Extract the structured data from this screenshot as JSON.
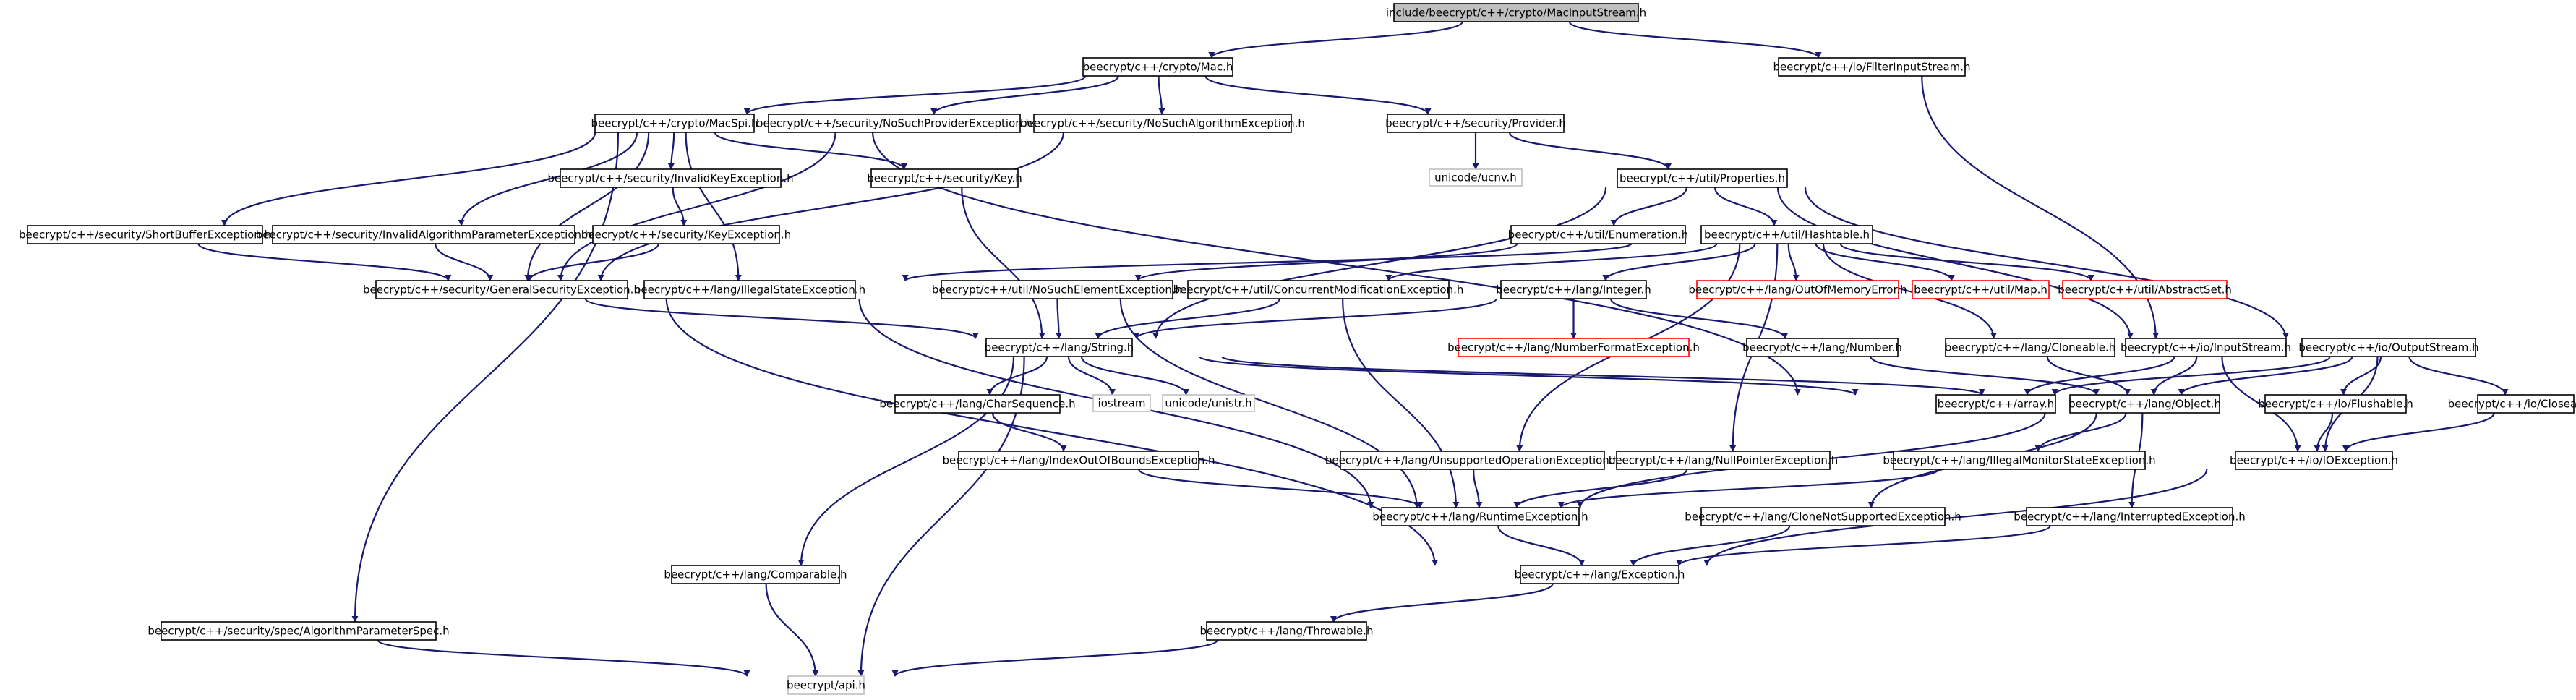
{
  "colors": {
    "edge": "#191970",
    "box_border": "#000000",
    "missing_border": "#bfbfbf",
    "missing_file_border": "#ff0000",
    "root_fill": "#bfbfbf",
    "box_fill": "#ffffff"
  },
  "nodes": [
    {
      "id": "root",
      "label": "include/beecrypt/c++/crypto/MacInputStream.h",
      "kind": "root"
    },
    {
      "id": "mac",
      "label": "beecrypt/c++/crypto/Mac.h",
      "kind": "normal"
    },
    {
      "id": "filterin",
      "label": "beecrypt/c++/io/FilterInputStream.h",
      "kind": "normal"
    },
    {
      "id": "macspi",
      "label": "beecrypt/c++/crypto/MacSpi.h",
      "kind": "normal"
    },
    {
      "id": "nsprov",
      "label": "beecrypt/c++/security/NoSuchProviderException.h",
      "kind": "normal"
    },
    {
      "id": "nsalg",
      "label": "beecrypt/c++/security/NoSuchAlgorithmException.h",
      "kind": "normal"
    },
    {
      "id": "provider",
      "label": "beecrypt/c++/security/Provider.h",
      "kind": "normal"
    },
    {
      "id": "unicodeuc",
      "label": "unicode/ucnv.h",
      "kind": "external"
    },
    {
      "id": "invkey",
      "label": "beecrypt/c++/security/InvalidKeyException.h",
      "kind": "normal"
    },
    {
      "id": "key",
      "label": "beecrypt/c++/security/Key.h",
      "kind": "normal"
    },
    {
      "id": "properties",
      "label": "beecrypt/c++/util/Properties.h",
      "kind": "normal"
    },
    {
      "id": "shortbuf",
      "label": "beecrypt/c++/security/ShortBufferException.h",
      "kind": "normal"
    },
    {
      "id": "invalgparam",
      "label": "beecrypt/c++/security/InvalidAlgorithmParameterException.h",
      "kind": "normal"
    },
    {
      "id": "keyexc",
      "label": "beecrypt/c++/security/KeyException.h",
      "kind": "normal"
    },
    {
      "id": "enumeration",
      "label": "beecrypt/c++/util/Enumeration.h",
      "kind": "normal"
    },
    {
      "id": "hashtable",
      "label": "beecrypt/c++/util/Hashtable.h",
      "kind": "normal"
    },
    {
      "id": "gensec",
      "label": "beecrypt/c++/security/GeneralSecurityException.h",
      "kind": "normal"
    },
    {
      "id": "illstate",
      "label": "beecrypt/c++/lang/IllegalStateException.h",
      "kind": "normal"
    },
    {
      "id": "nosuchel",
      "label": "beecrypt/c++/util/NoSuchElementException.h",
      "kind": "normal"
    },
    {
      "id": "concmod",
      "label": "beecrypt/c++/util/ConcurrentModificationException.h",
      "kind": "normal"
    },
    {
      "id": "integer",
      "label": "beecrypt/c++/lang/Integer.h",
      "kind": "normal"
    },
    {
      "id": "oom",
      "label": "beecrypt/c++/lang/OutOfMemoryError.h",
      "kind": "missing"
    },
    {
      "id": "map",
      "label": "beecrypt/c++/util/Map.h",
      "kind": "missing"
    },
    {
      "id": "abstractset",
      "label": "beecrypt/c++/util/AbstractSet.h",
      "kind": "missing"
    },
    {
      "id": "nfe",
      "label": "beecrypt/c++/lang/NumberFormatException.h",
      "kind": "missing"
    },
    {
      "id": "number",
      "label": "beecrypt/c++/lang/Number.h",
      "kind": "normal"
    },
    {
      "id": "cloneable",
      "label": "beecrypt/c++/lang/Cloneable.h",
      "kind": "normal"
    },
    {
      "id": "inputstream",
      "label": "beecrypt/c++/io/InputStream.h",
      "kind": "normal"
    },
    {
      "id": "outputstream",
      "label": "beecrypt/c++/io/OutputStream.h",
      "kind": "normal"
    },
    {
      "id": "string",
      "label": "beecrypt/c++/lang/String.h",
      "kind": "normal"
    },
    {
      "id": "charseq",
      "label": "beecrypt/c++/lang/CharSequence.h",
      "kind": "normal"
    },
    {
      "id": "iostream",
      "label": "iostream",
      "kind": "external"
    },
    {
      "id": "unistr",
      "label": "unicode/unistr.h",
      "kind": "external"
    },
    {
      "id": "array",
      "label": "beecrypt/c++/array.h",
      "kind": "normal"
    },
    {
      "id": "object",
      "label": "beecrypt/c++/lang/Object.h",
      "kind": "normal"
    },
    {
      "id": "flushable",
      "label": "beecrypt/c++/io/Flushable.h",
      "kind": "normal"
    },
    {
      "id": "closeable",
      "label": "beecrypt/c++/io/Closeable.h",
      "kind": "normal"
    },
    {
      "id": "ioob",
      "label": "beecrypt/c++/lang/IndexOutOfBoundsException.h",
      "kind": "normal"
    },
    {
      "id": "unsupp",
      "label": "beecrypt/c++/lang/UnsupportedOperationException.h",
      "kind": "normal"
    },
    {
      "id": "npe",
      "label": "beecrypt/c++/lang/NullPointerException.h",
      "kind": "normal"
    },
    {
      "id": "illmon",
      "label": "beecrypt/c++/lang/IllegalMonitorStateException.h",
      "kind": "normal"
    },
    {
      "id": "ioexc",
      "label": "beecrypt/c++/io/IOException.h",
      "kind": "normal"
    },
    {
      "id": "runtime",
      "label": "beecrypt/c++/lang/RuntimeException.h",
      "kind": "normal"
    },
    {
      "id": "clonenot",
      "label": "beecrypt/c++/lang/CloneNotSupportedException.h",
      "kind": "normal"
    },
    {
      "id": "interrupted",
      "label": "beecrypt/c++/lang/InterruptedException.h",
      "kind": "normal"
    },
    {
      "id": "comparable",
      "label": "beecrypt/c++/lang/Comparable.h",
      "kind": "normal"
    },
    {
      "id": "exception",
      "label": "beecrypt/c++/lang/Exception.h",
      "kind": "normal"
    },
    {
      "id": "algparamspec",
      "label": "beecrypt/c++/security/spec/AlgorithmParameterSpec.h",
      "kind": "normal"
    },
    {
      "id": "throwable",
      "label": "beecrypt/c++/lang/Throwable.h",
      "kind": "normal"
    },
    {
      "id": "api",
      "label": "beecrypt/api.h",
      "kind": "external"
    }
  ],
  "edges": [
    [
      "root",
      "mac"
    ],
    [
      "root",
      "filterin"
    ],
    [
      "mac",
      "macspi"
    ],
    [
      "mac",
      "nsprov"
    ],
    [
      "mac",
      "nsalg"
    ],
    [
      "mac",
      "provider"
    ],
    [
      "filterin",
      "inputstream"
    ],
    [
      "macspi",
      "invkey"
    ],
    [
      "macspi",
      "key"
    ],
    [
      "macspi",
      "shortbuf"
    ],
    [
      "macspi",
      "invalgparam"
    ],
    [
      "macspi",
      "gensec"
    ],
    [
      "macspi",
      "illstate"
    ],
    [
      "macspi",
      "array"
    ],
    [
      "macspi",
      "algparamspec"
    ],
    [
      "nsprov",
      "gensec"
    ],
    [
      "nsalg",
      "gensec"
    ],
    [
      "provider",
      "unicodeuc"
    ],
    [
      "provider",
      "properties"
    ],
    [
      "invkey",
      "keyexc"
    ],
    [
      "keyexc",
      "gensec"
    ],
    [
      "key",
      "string"
    ],
    [
      "properties",
      "enumeration"
    ],
    [
      "properties",
      "hashtable"
    ],
    [
      "properties",
      "string"
    ],
    [
      "properties",
      "inputstream"
    ],
    [
      "properties",
      "outputstream"
    ],
    [
      "shortbuf",
      "gensec"
    ],
    [
      "invalgparam",
      "gensec"
    ],
    [
      "enumeration",
      "nosuchel"
    ],
    [
      "hashtable",
      "illstate"
    ],
    [
      "hashtable",
      "concmod"
    ],
    [
      "hashtable",
      "integer"
    ],
    [
      "hashtable",
      "oom"
    ],
    [
      "hashtable",
      "map"
    ],
    [
      "hashtable",
      "abstractset"
    ],
    [
      "hashtable",
      "unsupp"
    ],
    [
      "hashtable",
      "npe"
    ],
    [
      "hashtable",
      "cloneable"
    ],
    [
      "gensec",
      "string"
    ],
    [
      "gensec",
      "exception"
    ],
    [
      "illstate",
      "runtime"
    ],
    [
      "nosuchel",
      "string"
    ],
    [
      "nosuchel",
      "runtime"
    ],
    [
      "concmod",
      "string"
    ],
    [
      "concmod",
      "runtime"
    ],
    [
      "integer",
      "nfe"
    ],
    [
      "integer",
      "number"
    ],
    [
      "integer",
      "string"
    ],
    [
      "number",
      "object"
    ],
    [
      "cloneable",
      "object"
    ],
    [
      "inputstream",
      "array"
    ],
    [
      "inputstream",
      "object"
    ],
    [
      "inputstream",
      "ioexc"
    ],
    [
      "outputstream",
      "array"
    ],
    [
      "outputstream",
      "object"
    ],
    [
      "outputstream",
      "flushable"
    ],
    [
      "outputstream",
      "closeable"
    ],
    [
      "outputstream",
      "ioexc"
    ],
    [
      "string",
      "charseq"
    ],
    [
      "string",
      "iostream"
    ],
    [
      "string",
      "unistr"
    ],
    [
      "string",
      "array"
    ],
    [
      "string",
      "object"
    ],
    [
      "string",
      "comparable"
    ],
    [
      "string",
      "api"
    ],
    [
      "charseq",
      "ioob"
    ],
    [
      "ioob",
      "runtime"
    ],
    [
      "object",
      "illmon"
    ],
    [
      "object",
      "runtime"
    ],
    [
      "object",
      "clonenot"
    ],
    [
      "object",
      "interrupted"
    ],
    [
      "flushable",
      "ioexc"
    ],
    [
      "closeable",
      "ioexc"
    ],
    [
      "unsupp",
      "runtime"
    ],
    [
      "npe",
      "runtime"
    ],
    [
      "illmon",
      "runtime"
    ],
    [
      "ioexc",
      "exception"
    ],
    [
      "runtime",
      "exception"
    ],
    [
      "clonenot",
      "exception"
    ],
    [
      "interrupted",
      "exception"
    ],
    [
      "comparable",
      "api"
    ],
    [
      "exception",
      "throwable"
    ],
    [
      "throwable",
      "api"
    ],
    [
      "algparamspec",
      "api"
    ]
  ]
}
